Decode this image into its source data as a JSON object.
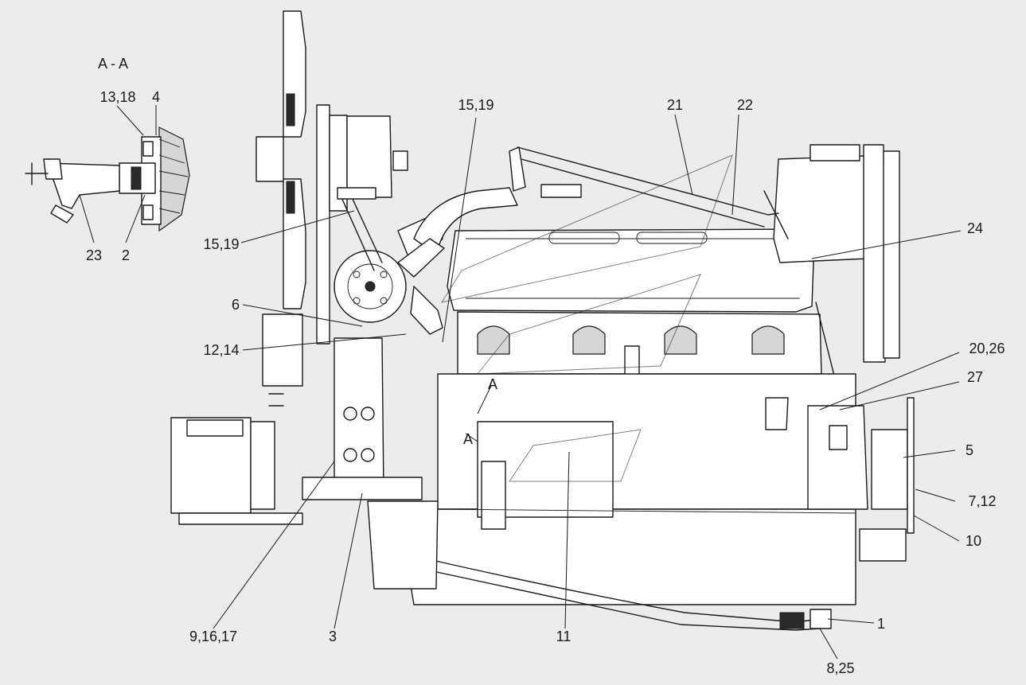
{
  "diagram": {
    "section_title": "A - A",
    "section_marks": [
      "A",
      "A"
    ],
    "callouts": [
      {
        "id": "c-13-18",
        "text": "13,18"
      },
      {
        "id": "c-4",
        "text": "4"
      },
      {
        "id": "c-23",
        "text": "23"
      },
      {
        "id": "c-2",
        "text": "2"
      },
      {
        "id": "c-15-19-top",
        "text": "15,19"
      },
      {
        "id": "c-21",
        "text": "21"
      },
      {
        "id": "c-22",
        "text": "22"
      },
      {
        "id": "c-24",
        "text": "24"
      },
      {
        "id": "c-15-19-left",
        "text": "15,19"
      },
      {
        "id": "c-6",
        "text": "6"
      },
      {
        "id": "c-12-14",
        "text": "12,14"
      },
      {
        "id": "c-20-26",
        "text": "20,26"
      },
      {
        "id": "c-27",
        "text": "27"
      },
      {
        "id": "c-5",
        "text": "5"
      },
      {
        "id": "c-7-12",
        "text": "7,12"
      },
      {
        "id": "c-10",
        "text": "10"
      },
      {
        "id": "c-1",
        "text": "1"
      },
      {
        "id": "c-8-25",
        "text": "8,25"
      },
      {
        "id": "c-11",
        "text": "11"
      },
      {
        "id": "c-3",
        "text": "3"
      },
      {
        "id": "c-9-16-17",
        "text": "9,16,17"
      }
    ]
  }
}
